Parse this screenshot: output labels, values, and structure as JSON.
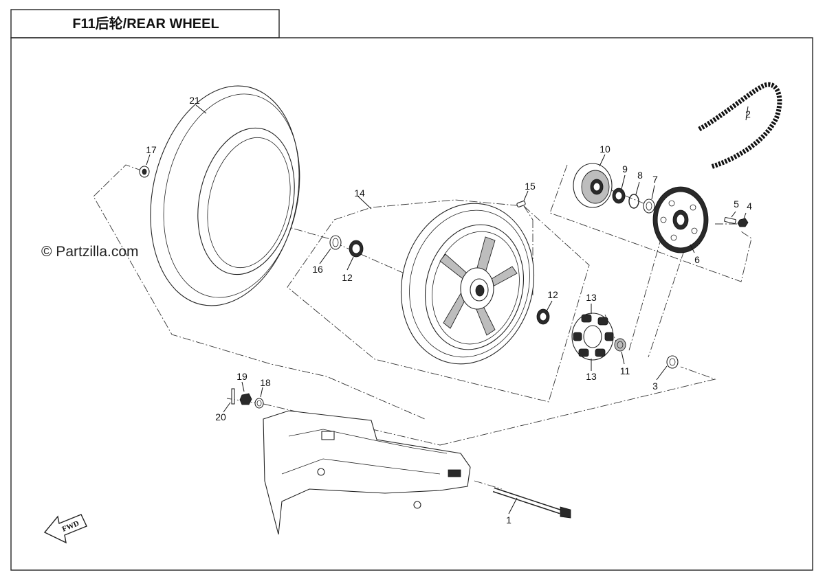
{
  "title": "F11后轮/REAR WHEEL",
  "watermark": "© Partzilla.com",
  "fwd_label": "FWD",
  "callouts": [
    {
      "id": "c1",
      "text": "1"
    },
    {
      "id": "c2",
      "text": "2"
    },
    {
      "id": "c3",
      "text": "3"
    },
    {
      "id": "c4",
      "text": "4"
    },
    {
      "id": "c5",
      "text": "5"
    },
    {
      "id": "c6",
      "text": "6"
    },
    {
      "id": "c7",
      "text": "7"
    },
    {
      "id": "c8",
      "text": "8"
    },
    {
      "id": "c9",
      "text": "9"
    },
    {
      "id": "c10",
      "text": "10"
    },
    {
      "id": "c11",
      "text": "11"
    },
    {
      "id": "c12a",
      "text": "12"
    },
    {
      "id": "c12b",
      "text": "12"
    },
    {
      "id": "c13a",
      "text": "13"
    },
    {
      "id": "c13b",
      "text": "13"
    },
    {
      "id": "c14",
      "text": "14"
    },
    {
      "id": "c15",
      "text": "15"
    },
    {
      "id": "c16",
      "text": "16"
    },
    {
      "id": "c17",
      "text": "17"
    },
    {
      "id": "c18",
      "text": "18"
    },
    {
      "id": "c19",
      "text": "19"
    },
    {
      "id": "c20",
      "text": "20"
    },
    {
      "id": "c21",
      "text": "21"
    }
  ]
}
